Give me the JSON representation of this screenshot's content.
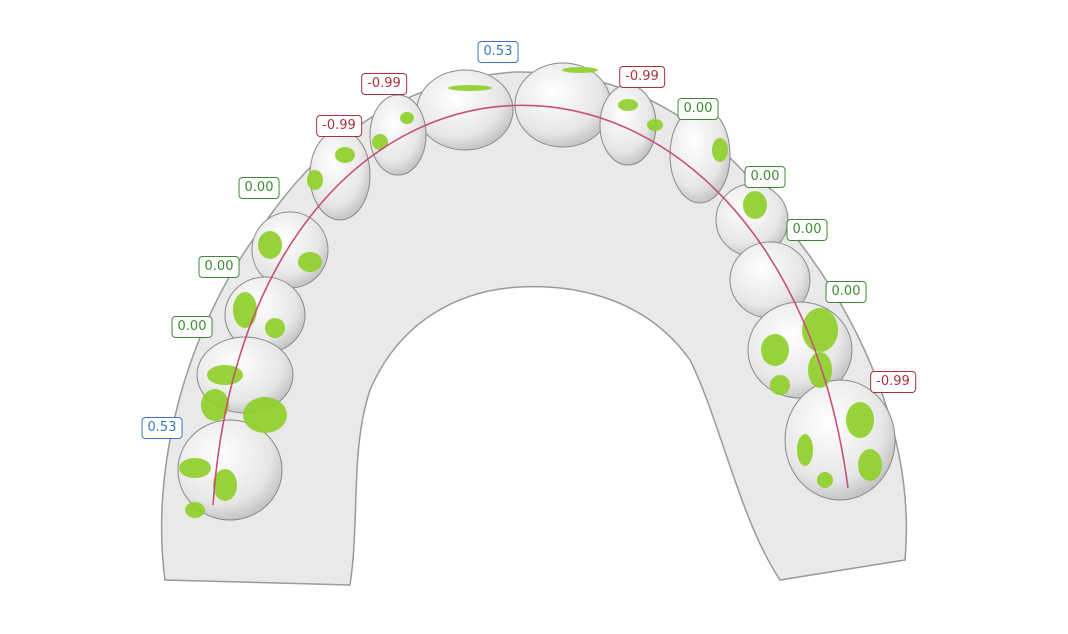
{
  "colors": {
    "positive": "#3b78c0",
    "negative": "#a8323a",
    "zero": "#3f8a35",
    "contact": "#8fcf2a",
    "arch_curve": "#c8507a",
    "model": "#ececec"
  },
  "labels": [
    {
      "id": "incisor-11",
      "value": "0.53",
      "status": "positive"
    },
    {
      "id": "incisor-12",
      "value": "-0.99",
      "status": "negative"
    },
    {
      "id": "incisor-21",
      "value": "-0.99",
      "status": "negative"
    },
    {
      "id": "canine-13",
      "value": "-0.99",
      "status": "negative"
    },
    {
      "id": "incisor-22",
      "value": "0.00",
      "status": "zero"
    },
    {
      "id": "premolar-14",
      "value": "0.00",
      "status": "zero"
    },
    {
      "id": "canine-23",
      "value": "0.00",
      "status": "zero"
    },
    {
      "id": "premolar-24",
      "value": "0.00",
      "status": "zero"
    },
    {
      "id": "premolar-15",
      "value": "0.00",
      "status": "zero"
    },
    {
      "id": "premolar-25",
      "value": "0.00",
      "status": "zero"
    },
    {
      "id": "molar-16",
      "value": "0.00",
      "status": "zero"
    },
    {
      "id": "molar-26",
      "value": "-0.99",
      "status": "negative"
    },
    {
      "id": "molar-17",
      "value": "0.53",
      "status": "positive"
    }
  ]
}
